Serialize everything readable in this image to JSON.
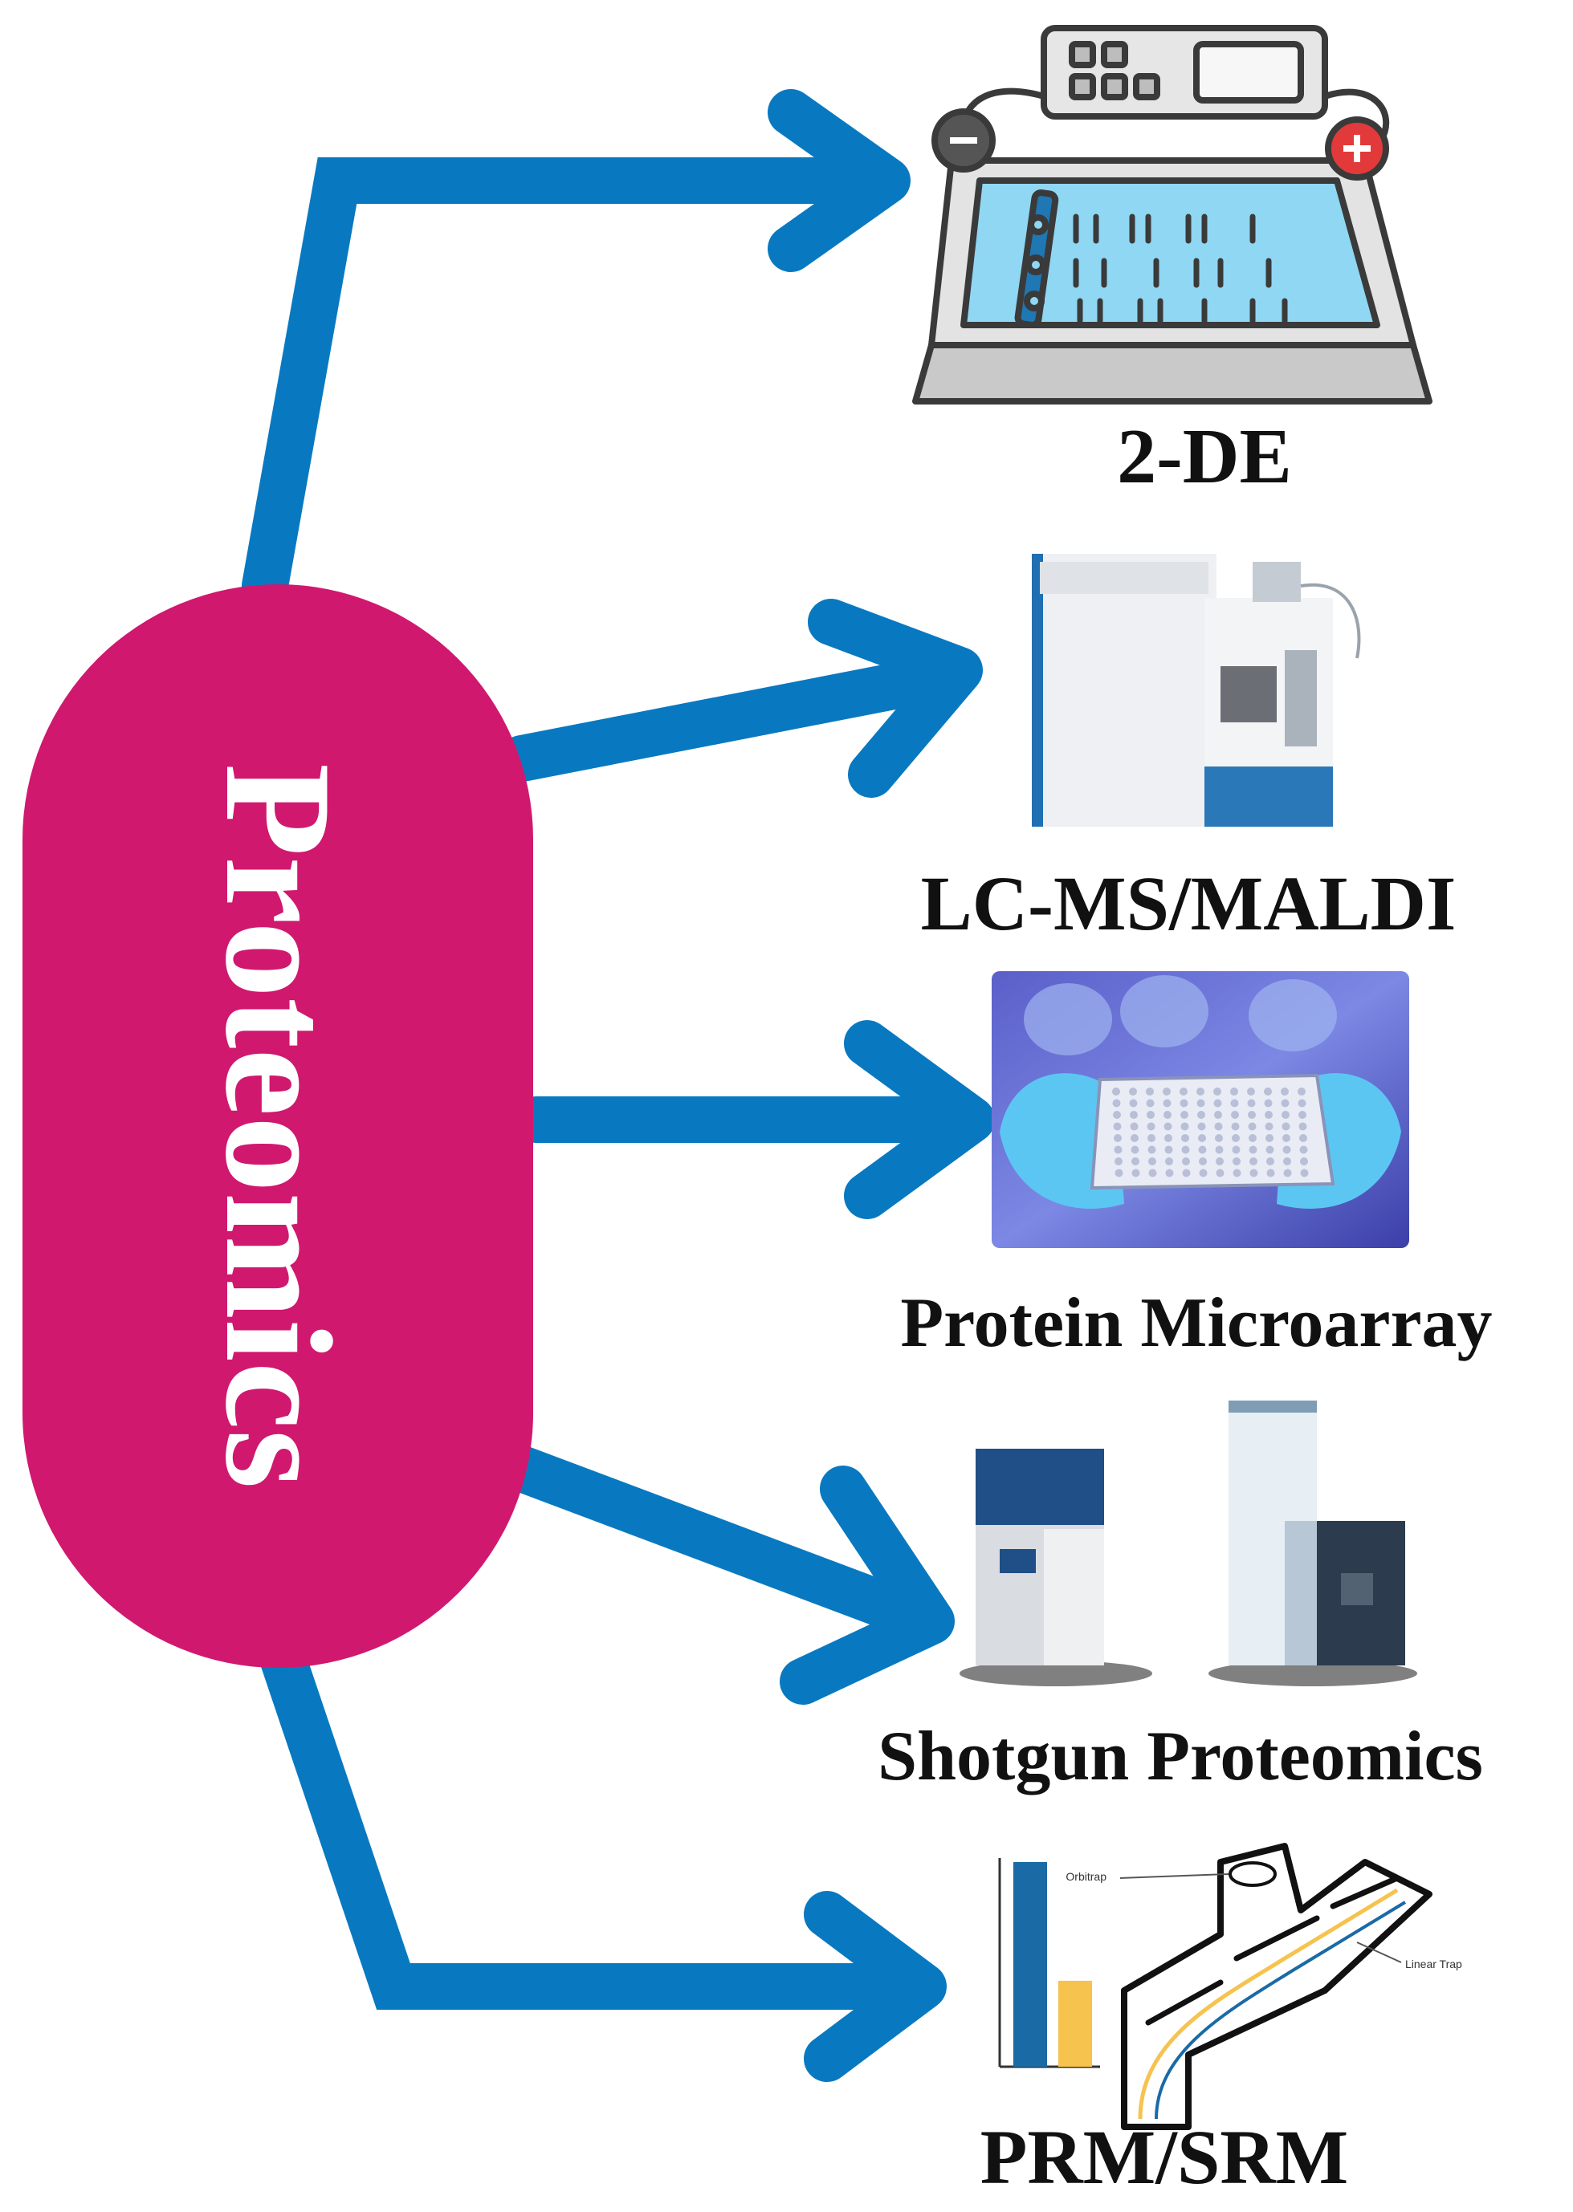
{
  "center": {
    "title": "Proteomics"
  },
  "methods": [
    {
      "label": "2-DE"
    },
    {
      "label": "LC-MS/MALDI"
    },
    {
      "label": "Protein Microarray"
    },
    {
      "label": "Shotgun Proteomics"
    },
    {
      "label": "PRM/SRM"
    }
  ],
  "prm_figure": {
    "bar_values": [
      1.0,
      0.42
    ],
    "bar_colors": [
      "#1a6aa6",
      "#f6c34f"
    ],
    "tick_labels": [
      "",
      ""
    ],
    "instrument_callouts": [
      "Orbitrap",
      "Linear Trap"
    ]
  },
  "colors": {
    "arrow": "#0879c0",
    "pill": "#d0186f",
    "pill_text": "#ffffff",
    "label_text": "#111111",
    "gel_blue": "#8fd7f2",
    "minus_electrode": "#555555",
    "plus_electrode": "#e23a3a"
  }
}
